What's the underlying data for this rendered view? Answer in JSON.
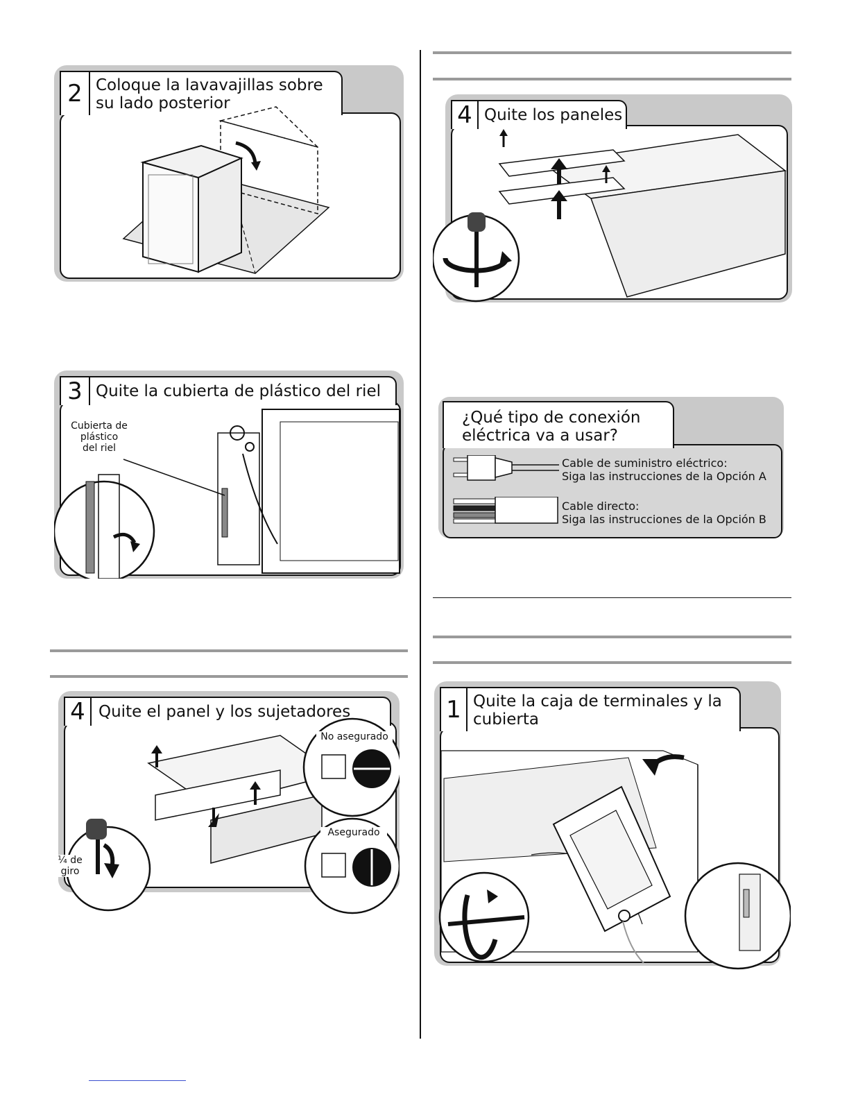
{
  "steps": {
    "s2": {
      "number": "2",
      "title": "Coloque la lavavajillas sobre\nsu lado posterior"
    },
    "s3": {
      "number": "3",
      "title": "Quite la cubierta de plástico del riel",
      "callout": "Cubierta de\nplástico\ndel riel"
    },
    "s4l": {
      "number": "4",
      "title": "Quite el panel y los sujetadores",
      "label_unsecured": "No asegurado",
      "label_secured": "Asegurado",
      "label_turn": "¼ de\ngiro"
    },
    "s4r": {
      "number": "4",
      "title": "Quite los paneles"
    },
    "s1": {
      "number": "1",
      "title": "Quite la caja de terminales y la\ncubierta"
    }
  },
  "connection": {
    "title": "¿Qué tipo de conexión\neléctrica va a usar?",
    "option_a": "Cable de suministro eléctrico:\nSiga las instrucciones de la Opción A",
    "option_b": "Cable directo:\nSiga las instrucciones de la Opción B"
  },
  "colors": {
    "panel_shadow": "#c9c9c9",
    "rule_gray": "#9a9a9a",
    "connection_bg": "#d6d6d6",
    "link_blue": "#3a4fd0"
  }
}
